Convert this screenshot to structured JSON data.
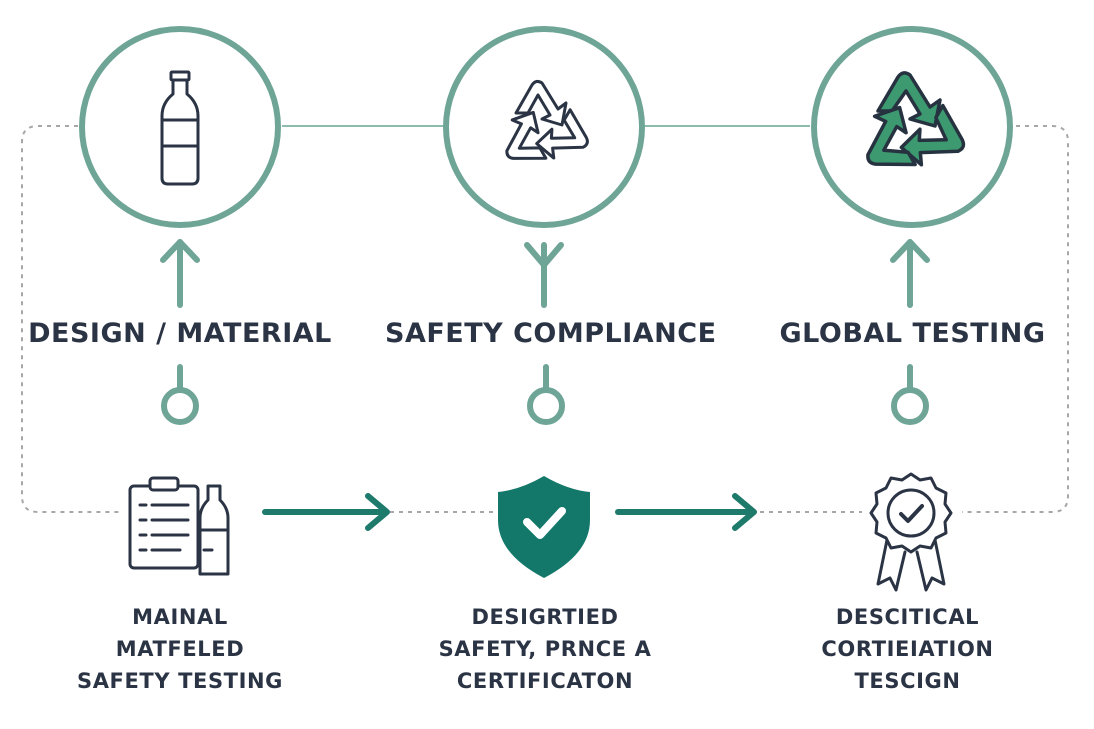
{
  "colors": {
    "teal": "#6fa596",
    "dark_teal": "#1e7a6a",
    "shield": "#13786a",
    "recycle_fill": "#3d9a70",
    "ink": "#2b3444",
    "dotted": "#a7a7a7"
  },
  "stages": [
    {
      "label": "DESIGN / MATERIAL",
      "icon": "bottle-icon"
    },
    {
      "label": "SAFETY COMPLIANCE",
      "icon": "recycle-outline-icon"
    },
    {
      "label": "GLOBAL TESTING",
      "icon": "recycle-filled-icon"
    }
  ],
  "steps": [
    {
      "icon": "checklist-bottle-icon",
      "lines": [
        "MAINAL",
        "MATFELED",
        "SAFETY TESTING"
      ]
    },
    {
      "icon": "shield-check-icon",
      "lines": [
        "DESIGRTIED",
        "SAFETY, PRNCE A",
        "CERTIFICATON"
      ]
    },
    {
      "icon": "certificate-badge-icon",
      "lines": [
        "DESCITICAL",
        "CORTIEIATION",
        "TESCIGN"
      ]
    }
  ]
}
